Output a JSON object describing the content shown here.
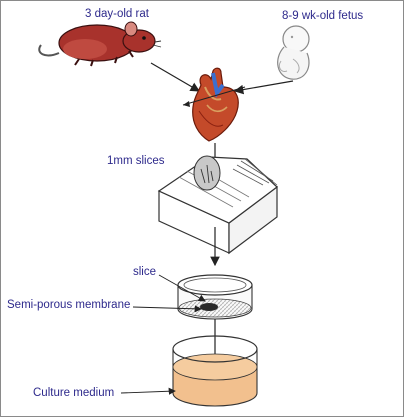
{
  "labels": {
    "rat": "3 day-old rat",
    "fetus": "8-9 wk-old fetus",
    "slices": "1mm slices",
    "slice": "slice",
    "membrane": "Semi-porous membrane",
    "medium": "Culture medium"
  },
  "colors": {
    "label_text": "#2e2a8c",
    "rat_body": "#a8322c",
    "heart": "#c44a2a",
    "vessel_blue": "#3a6fd0",
    "medium": "#f2c08e"
  }
}
